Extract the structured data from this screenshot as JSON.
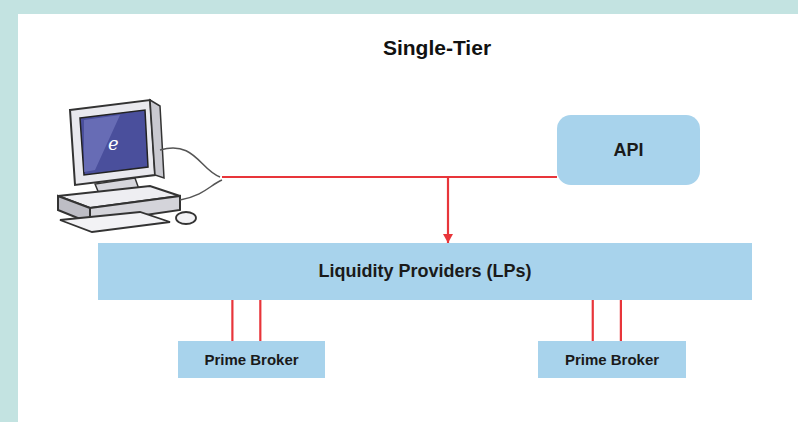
{
  "diagram": {
    "title": "Single-Tier",
    "nodes": [
      {
        "text": [
          "API"
        ]
      },
      {
        "text": [
          "Liquidity Providers (LPs)"
        ]
      },
      {
        "text": [
          "Prime Broker"
        ]
      },
      {
        "text": [
          "Prime Broker"
        ]
      }
    ],
    "edges": [
      {
        "from": 0,
        "to": 1,
        "arrow": "to"
      },
      {
        "from": 1,
        "to": 2,
        "arrow": "none"
      },
      {
        "from": 1,
        "to": 3,
        "arrow": "none"
      }
    ]
  }
}
